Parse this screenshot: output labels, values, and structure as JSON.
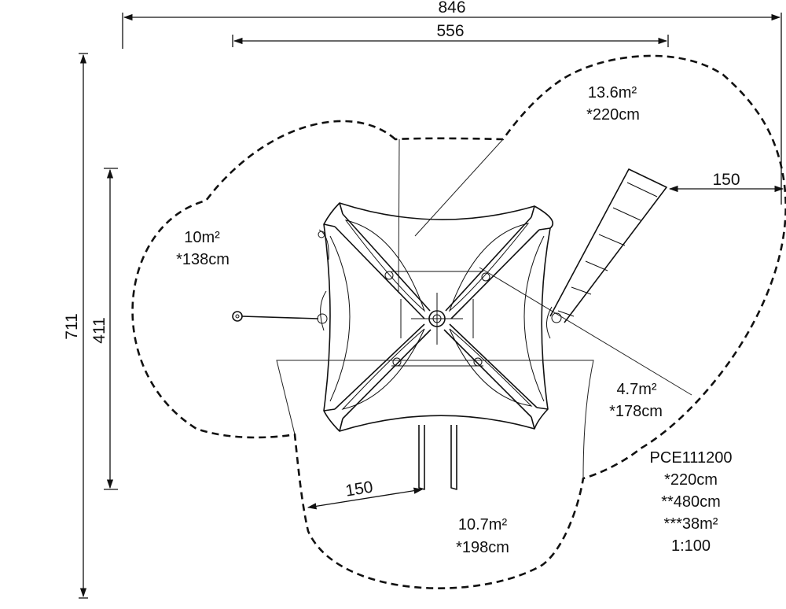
{
  "dimensions": {
    "overall_width": "846",
    "inner_width": "556",
    "overall_height": "711",
    "inner_height": "411",
    "clearance_right": "150",
    "clearance_bottom": "150"
  },
  "zones": [
    {
      "area": "13.6m²",
      "height": "*220cm"
    },
    {
      "area": "10m²",
      "height": "*138cm"
    },
    {
      "area": "4.7m²",
      "height": "*178cm"
    },
    {
      "area": "10.7m²",
      "height": "*198cm"
    }
  ],
  "product": {
    "code": "PCE111200",
    "free_height": "*220cm",
    "total_height": "**480cm",
    "safety_area": "***38m²",
    "scale": "1:100"
  },
  "icons": {
    "dimension_arrow": "arrowhead",
    "product_drawing": "play-structure-plan"
  },
  "colors": {
    "line": "#111111",
    "background": "#ffffff"
  }
}
